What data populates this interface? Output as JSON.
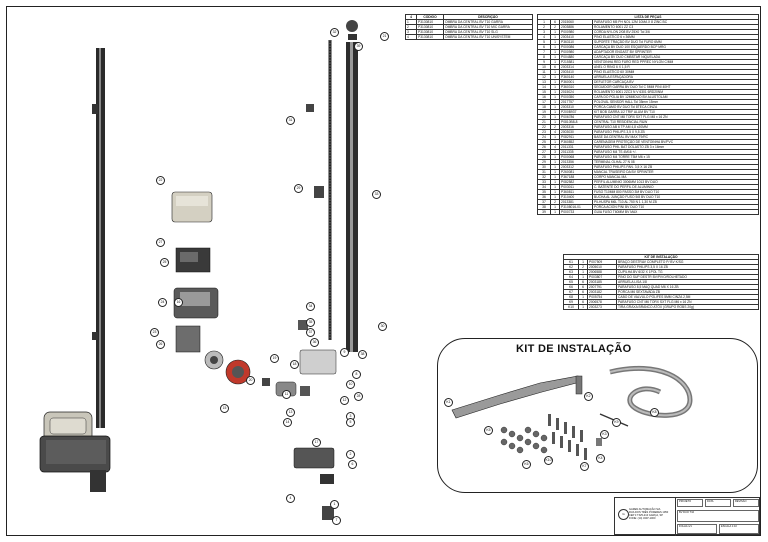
{
  "variants": {
    "header_num": "4",
    "header_col1": "CÓDIGO",
    "header_col2": "DESCRIÇÃO",
    "rows": [
      [
        "1",
        "P3130810",
        "OMBRA DA CENTRAL BV T10 GARRA"
      ],
      [
        "2",
        "P3130810",
        "OMBRA DA CENTRAL BV T10 MIC GARRA"
      ],
      [
        "3",
        "P3130810",
        "OMBRA DA CENTRAL BV T10 SLG"
      ],
      [
        "4",
        "P3130810",
        "OMBRA DA CENTRAL BV T10 UNISYSTEM"
      ]
    ]
  },
  "parts": {
    "title": "LISTA DE PEÇAS",
    "rows": [
      [
        "1",
        "6",
        "2015060",
        "PARAFUSO M5 PH NOL 12M 10MA X 8 ZINC BC"
      ],
      [
        "2",
        "2",
        "2003886",
        "ROLAMENTO 6001 ZZ C3"
      ],
      [
        "3",
        "1",
        "P000980",
        "CORDA NYLON 2/08 BV 25X0 Tol 3/6"
      ],
      [
        "4",
        "1",
        "2003410",
        "PINO ELASTICO 6 x 36MM"
      ],
      [
        "5",
        "1",
        "P363110",
        "SUPORTE TRAÇÃO BV DUO Tol FURO 6MM"
      ],
      [
        "6",
        "1",
        "P000086",
        "CARCAÇA BV DUO 100 ESQUERDO BCP MRG"
      ],
      [
        "7",
        "1",
        "P000980",
        "ADAPTADOR ENGAST BV SPRINTER"
      ],
      [
        "8",
        "1",
        "P004880",
        "CARCAÇA BV DUO CMBSTAR NIQUELADA"
      ],
      [
        "9",
        "1",
        "P215581",
        "VENTOINHA RED FURO RED PPREC NYLON C/MM"
      ],
      [
        "10",
        "6",
        "2003314",
        "ANEL O RING 6 X 1,5 R"
      ],
      [
        "11",
        "1",
        "2003410",
        "PINO ELASTICO 6X 30MM"
      ],
      [
        "12",
        "1",
        "P360140",
        "ARRUELA ESPAÇADORA"
      ],
      [
        "13",
        "1",
        "P360001",
        "DEFLETOR CARCAÇA BV"
      ],
      [
        "14",
        "1",
        "P360310",
        "SEGUIDOR GARRA BV DUO Tol C 5MM PINI 40HT"
      ],
      [
        "15",
        "1",
        "2015024",
        "ROLAMENTO 6001 2ZC3 N V 6301 6RD20NM"
      ],
      [
        "16",
        "1",
        "P000350",
        "CAPA DO POLIA BV 12MMDUO BV ALUSTOLAM"
      ],
      [
        "17",
        "1",
        "2017757",
        "POLOVAL SENSOR HALL Tol 35mm 15mm"
      ],
      [
        "18",
        "1",
        "2003310",
        "PORCA CAMO BV DUO Tol 8TECA CINZA"
      ],
      [
        "19",
        "1",
        "P200B937",
        "KIT BOB GARRA 1/2 TRIF ALUM BV T10"
      ],
      [
        "20",
        "1",
        "P006786",
        "PARAFUSO CNT M8 TORX SXT FLG M8 x 16 ZN"
      ],
      [
        "21",
        "1",
        "P0810B8-8",
        "CENTRAL T10 RESIDENCIAL R&W"
      ],
      [
        "22",
        "2",
        "2003316",
        "PARAFUSO AB 6 TP AM 4,8 x20MM"
      ],
      [
        "23",
        "4",
        "2003030",
        "PARAFUSO PHILIPS 3,5 X 9,5 ZB"
      ],
      [
        "24",
        "1",
        "P082911",
        "BASE DA CENTRAL BV MAX T9/RC"
      ],
      [
        "25",
        "1",
        "P360852",
        "CARENAGEM PROTEÇÃO DE VENTOINHA BV/PVC"
      ],
      [
        "26",
        "4",
        "2011331",
        "PARAFUSO PHIL BAT DOLASTO ZB 3 x 16mm"
      ],
      [
        "27",
        "3",
        "2011335",
        "PARAFUSO M4 TS 4M16 +/-"
      ],
      [
        "28",
        "1",
        "P000068",
        "PARAFUSO M4 TORRE T5M M6 x 15"
      ],
      [
        "29",
        "1",
        "2013356",
        "TERMINAL OLHAL 27 N 08"
      ],
      [
        "30",
        "1",
        "2003312",
        "PARAFUSO PHILIPS PAN. 3,5 X 16 ZB"
      ],
      [
        "31",
        "1",
        "P260081",
        "MANCAL TRASEIRO DA BV SPRINTER"
      ],
      [
        "32",
        "1",
        "P367188",
        "CORPO MANCAL MA"
      ],
      [
        "33",
        "1",
        "P082582",
        "PERFIL ALUMINIO 3006MM 1013 BV DUO"
      ],
      [
        "34",
        "1",
        "P003011",
        "C. BATENTE DO PERFIL DE ALUMINIO"
      ],
      [
        "35",
        "1",
        "P360811",
        "FUSO T10MM 800 PASSO 3M BV DUO T10"
      ],
      [
        "36",
        "1",
        "P310400",
        "BUCHA AL JUNÇÃO FUSO 5/8 BV DUO T10"
      ],
      [
        "37",
        "2",
        "2013381",
        "PILHUSPA M6L T10 AL 750 N 1 1,30 M ZB"
      ],
      [
        "38",
        "1",
        "P3108016-01",
        "PORCA ACION PINI BV DUO T10"
      ],
      [
        "39",
        "1",
        "P000733",
        "GUIA FUSO T60MM BV MAX"
      ]
    ]
  },
  "kit": {
    "title": "KIT DE INSTALAÇÃO",
    "panel_title": "KIT DE INSTALAÇÃO",
    "rows": [
      [
        "K1",
        "1",
        "P007509",
        "BRAÇO DESTRAV COMPLETO P/ BV K/SG"
      ],
      [
        "K2",
        "2",
        "2005010",
        "PARAFUSO PHILIPS 3,5 X 16 ZB"
      ],
      [
        "K3",
        "1",
        "2006588",
        "CUPILHA BV 6/32 X 1POL TG"
      ],
      [
        "K4",
        "1",
        "P003807",
        "PINO DO SUP DESTR BV/PIVO/ROLHETADO"
      ],
      [
        "K5",
        "6",
        "2003185",
        "ARRUELA LISA 1/8"
      ],
      [
        "K6",
        "6",
        "2007791",
        "PARAFUSO 8,5 MAQ QUAD M6 X 16 ZB"
      ],
      [
        "K7",
        "6",
        "2003182",
        "PORCA M6 SEXTAVADA ZB"
      ],
      [
        "K8",
        "1",
        "P005754",
        "CABO DE VALVULO POLIFES 5MM CINZA 2,5M"
      ],
      [
        "K9",
        "6",
        "2006578",
        "PARAFUSO CNT M6 TORX SXT FLG M6 x 16 ZN"
      ],
      [
        "K10",
        "1",
        "2003273",
        "TIRA GRAXA BRANCO ATÓX (GRUPO ROBS 20g)"
      ]
    ]
  },
  "title_block": {
    "company": "GAREN AUTOMAÇÃO S/A\nRUA DOS TRÊS PODERES 1050\nCEP 17 525-210 GARÇA, SP\nFONE: (14) 3407-1000",
    "field_1": "PROJETO",
    "field_2": "DATA",
    "field_3": "REVISÃO",
    "field_4": "BV DUO T10",
    "field_5": "FOLHA 1/1",
    "field_6": "ESCALA 1:10"
  },
  "callouts": {
    "main": [
      "1",
      "2",
      "3",
      "4",
      "5",
      "6",
      "7",
      "8",
      "9",
      "10",
      "11",
      "12",
      "13",
      "14",
      "15",
      "16",
      "17",
      "18",
      "19",
      "20",
      "21",
      "22",
      "23",
      "24",
      "25",
      "26",
      "27",
      "28",
      "29",
      "30",
      "31",
      "32",
      "33",
      "34",
      "35",
      "36",
      "37",
      "38",
      "39"
    ],
    "kit": [
      "K1",
      "K2",
      "K3",
      "K4",
      "K5",
      "K6",
      "K7",
      "K8",
      "K9",
      "K10"
    ]
  }
}
